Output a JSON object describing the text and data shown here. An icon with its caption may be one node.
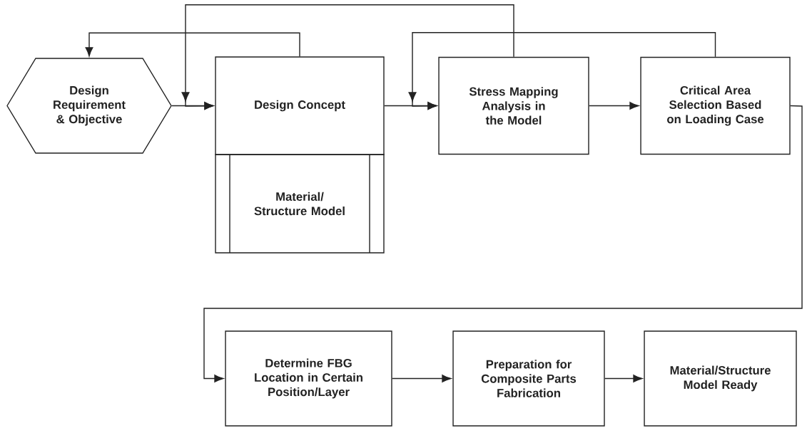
{
  "diagram": {
    "nodes": [
      {
        "text": [
          "Design Requirement & Objective"
        ]
      },
      {
        "text": [
          "Design Concept"
        ]
      },
      {
        "text": [
          "Material/Structure Model"
        ]
      },
      {
        "text": [
          "Stress Mapping Analysis in the Model"
        ]
      },
      {
        "text": [
          "Critical Area Selection Based on Loading Case"
        ]
      },
      {
        "text": [
          "Determine FBG Location in Certain Position/Layer"
        ]
      },
      {
        "text": [
          "Preparation for Composite Parts Fabrication"
        ]
      },
      {
        "text": [
          "Material/Structure Model Ready"
        ]
      }
    ],
    "edges": [
      {
        "from": 0,
        "to": 1,
        "arrow": "to"
      },
      {
        "from": 1,
        "to": 0,
        "arrow": "to"
      },
      {
        "from": 3,
        "to": 1,
        "arrow": "to"
      },
      {
        "from": 4,
        "to": 3,
        "arrow": "to"
      },
      {
        "from": 1,
        "to": 3,
        "arrow": "to"
      },
      {
        "from": 3,
        "to": 4,
        "arrow": "to"
      },
      {
        "from": 4,
        "to": 5,
        "arrow": "to"
      },
      {
        "from": 5,
        "to": 6,
        "arrow": "to"
      },
      {
        "from": 6,
        "to": 7,
        "arrow": "to"
      }
    ]
  }
}
